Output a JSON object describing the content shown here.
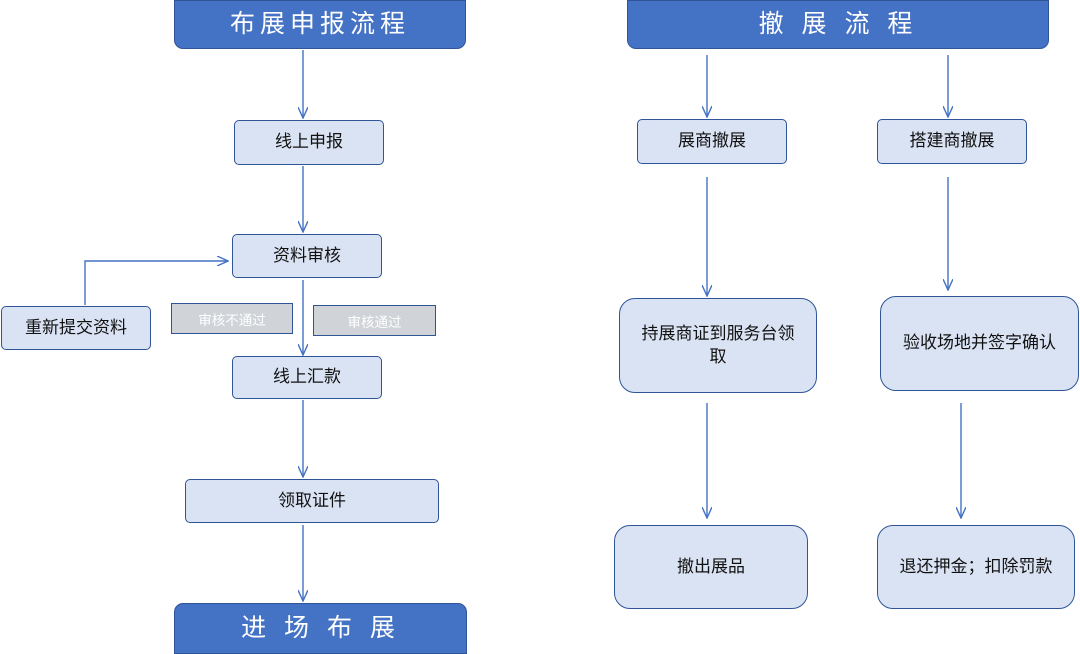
{
  "left": {
    "title": "布展申报流程",
    "steps": [
      "线上申报",
      "资料审核",
      "线上汇款",
      "领取证件"
    ],
    "resubmit": "重新提交资料",
    "fail_label": "审核不通过",
    "pass_label": "审核通过",
    "end": "进 场 布 展"
  },
  "right": {
    "title": "撤 展 流 程",
    "exhibitor": {
      "head": "展商撤展",
      "step": "持展商证到服务台领取",
      "end": "撤出展品"
    },
    "builder": {
      "head": "搭建商撤展",
      "step": "验收场地并签字确认",
      "end": "退还押金；扣除罚款"
    }
  },
  "colors": {
    "title_fill": "#4472c4",
    "box_fill": "#dae3f3",
    "border": "#2f5597",
    "arrow": "#4472c4",
    "tag_fill": "#d0d3d8"
  }
}
